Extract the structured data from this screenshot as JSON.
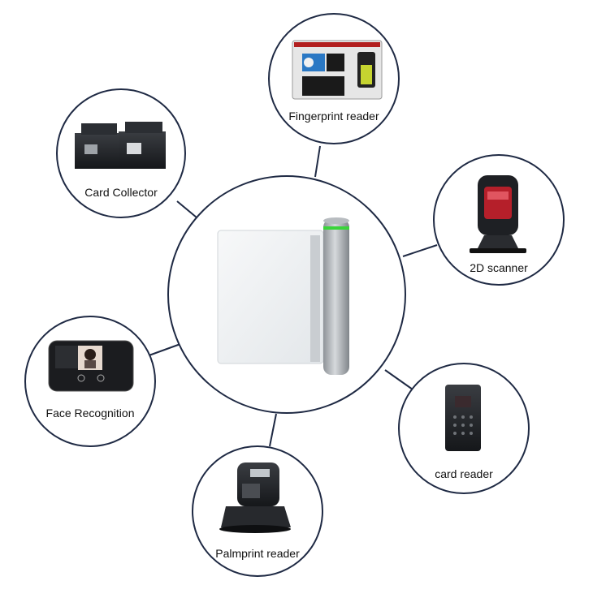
{
  "center": {
    "name": "swing-gate-turnstile"
  },
  "peripherals": [
    {
      "id": "fingerprint",
      "label": "Fingerprint reader"
    },
    {
      "id": "card-collector",
      "label": "Card Collector"
    },
    {
      "id": "scanner",
      "label": "2D scanner"
    },
    {
      "id": "face",
      "label": "Face Recognition"
    },
    {
      "id": "card-reader",
      "label": "card reader"
    },
    {
      "id": "palmprint",
      "label": "Palmprint reader"
    }
  ],
  "colors": {
    "ring": "#1f2a44",
    "connector": "#1f2a44",
    "gate_glass": "#eef1f3",
    "pole": "#a9aeb3",
    "indicator": "#3ad43a"
  }
}
